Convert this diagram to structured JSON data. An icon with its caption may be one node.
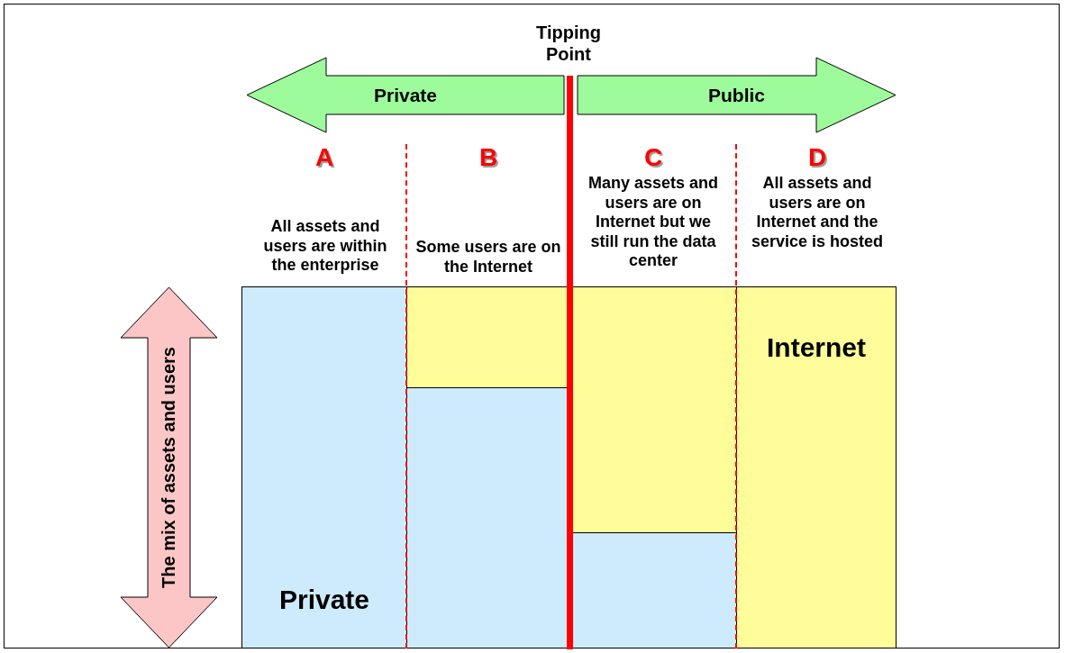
{
  "diagram": {
    "nodes": [
      {
        "text": [
          "Private"
        ]
      },
      {
        "text": [
          "Public"
        ]
      },
      {
        "text": [
          "The mix of assets and users"
        ]
      },
      {
        "text": [
          "Private"
        ]
      },
      {
        "text": [],
        "shape": "box"
      },
      {
        "text": [],
        "shape": "box"
      },
      {
        "text": [],
        "shape": "box"
      },
      {
        "text": [],
        "shape": "box"
      },
      {
        "text": [
          "Internet"
        ]
      }
    ],
    "edges": [],
    "labels": [
      "Tipping Point",
      "A",
      "B",
      "C",
      "D",
      "Many assets and users are on Internet but we still run the data center",
      "All assets and users are on Internet and the service is hosted",
      "All assets and users are within the enterprise",
      "Some users are on the Internet"
    ]
  }
}
